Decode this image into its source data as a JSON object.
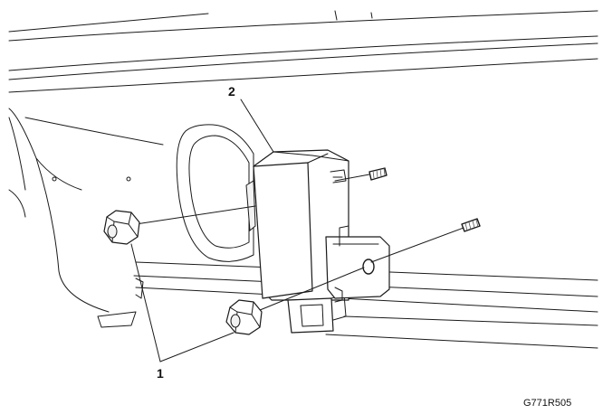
{
  "callouts": {
    "nuts": "1",
    "module": "2"
  },
  "figure_id": "G771R505",
  "icons": {
    "nut_upper": "hex-nut-icon",
    "nut_lower": "hex-nut-icon",
    "stud_upper": "stud-icon",
    "stud_lower": "stud-icon",
    "module": "control-module-icon"
  }
}
